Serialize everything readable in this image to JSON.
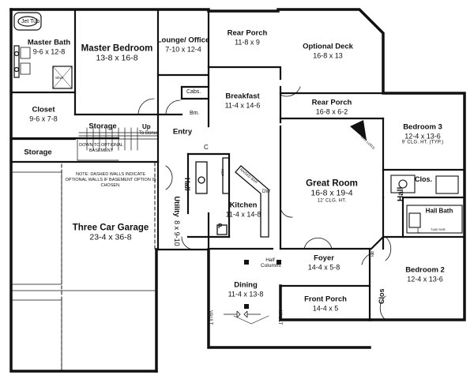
{
  "rooms": {
    "master_bath": {
      "name": "Master Bath",
      "dims": "9-6 x 12-8"
    },
    "master_bedroom": {
      "name": "Master Bedroom",
      "dims": "13-8 x 16-8"
    },
    "lounge_office": {
      "name": "Lounge/ Office",
      "dims": "7-10 x 12-4"
    },
    "rear_porch_top": {
      "name": "Rear Porch",
      "dims": "11-8 x 9"
    },
    "optional_deck": {
      "name": "Optional Deck",
      "dims": "16-8 x 13"
    },
    "closet": {
      "name": "Closet",
      "dims": "9-6 x 7-8"
    },
    "breakfast": {
      "name": "Breakfast",
      "dims": "11-4 x 14-6"
    },
    "rear_porch_right": {
      "name": "Rear Porch",
      "dims": "16-8 x 6-2"
    },
    "bedroom3": {
      "name": "Bedroom 3",
      "dims": "12-4 x 13-6",
      "note": "9' CLG. HT. (TYP.)"
    },
    "storage_upper": {
      "name": "Storage"
    },
    "storage_left": {
      "name": "Storage"
    },
    "entry": {
      "name": "Entry"
    },
    "great_room": {
      "name": "Great Room",
      "dims": "16-8 x 19-4",
      "note": "12' CLG. HT."
    },
    "kitchen": {
      "name": "Kitchen",
      "dims": "11-4 x 14-8"
    },
    "utility": {
      "name": "Utility",
      "dims": "8 x 9-10"
    },
    "three_car_garage": {
      "name": "Three Car Garage",
      "dims": "23-4 x 36-8"
    },
    "foyer": {
      "name": "Foyer",
      "dims": "14-4 x 5-8"
    },
    "dining": {
      "name": "Dining",
      "dims": "11-4 x 13-8"
    },
    "front_porch": {
      "name": "Front Porch",
      "dims": "14-4 x 5"
    },
    "bedroom2": {
      "name": "Bedroom 2",
      "dims": "12-4 x 13-6"
    },
    "hall_bath": {
      "name": "Hall Bath"
    }
  },
  "labels": {
    "jet_tub": "Jet Tub",
    "shwr": "Shwr",
    "cabs": "Cabs.",
    "bm": "Bm.",
    "c": "C",
    "hall_left": "Hall",
    "hall_right": "Hall",
    "clos_right": "Clos.",
    "clos_lower": "Clos",
    "half_columns": "Half Columns",
    "up": "Up",
    "to_bonus": "To Bonus",
    "down_to_basement": "DOWN TO OPTIONAL BASEMENT",
    "garage_note": "NOTE: DASHED WALLS INDICATE OPTIONAL WALLS IF BASEMENT OPTION IS CHOSEN.",
    "gas_logs": "GAS LOGS",
    "tub_shr": "TUB/ SHR.",
    "linen": "LIN.",
    "vault_left": "VAULT",
    "vault_right": "VAULT",
    "pantry": "P",
    "ref": "REF",
    "dw": "DW",
    "raised_bar": "RAISED BAR",
    "linen_l": "L"
  }
}
